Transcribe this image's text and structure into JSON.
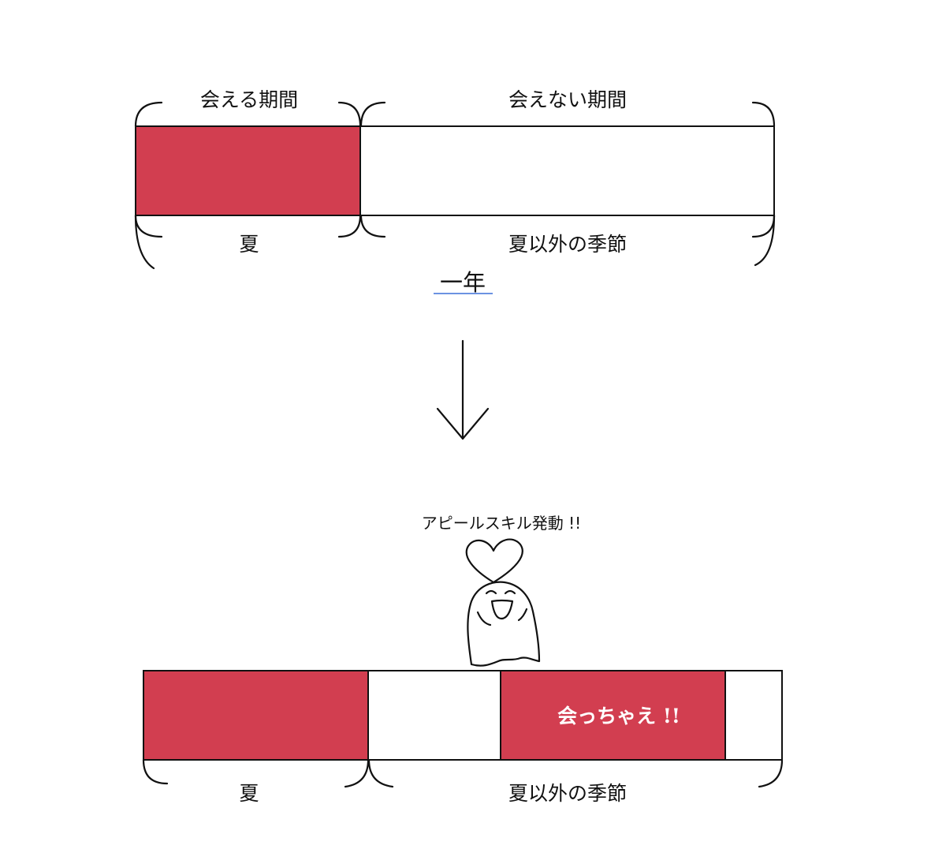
{
  "colors": {
    "meet": "#d23e50",
    "empty": "#ffffff",
    "line": "#111111"
  },
  "top": {
    "brace_above_left": "会える期間",
    "brace_above_right": "会えない期間",
    "brace_below_left": "夏",
    "brace_below_right": "夏以外の季節",
    "year_label": "一年"
  },
  "arrow": {
    "icon": "down-arrow-icon"
  },
  "bottom": {
    "caption": "アピールスキル発動 !!",
    "highlight_text": "会っちゃえ !!",
    "brace_below_left": "夏",
    "brace_below_right": "夏以外の季節",
    "character_icon": "ghost-with-heart-icon"
  }
}
